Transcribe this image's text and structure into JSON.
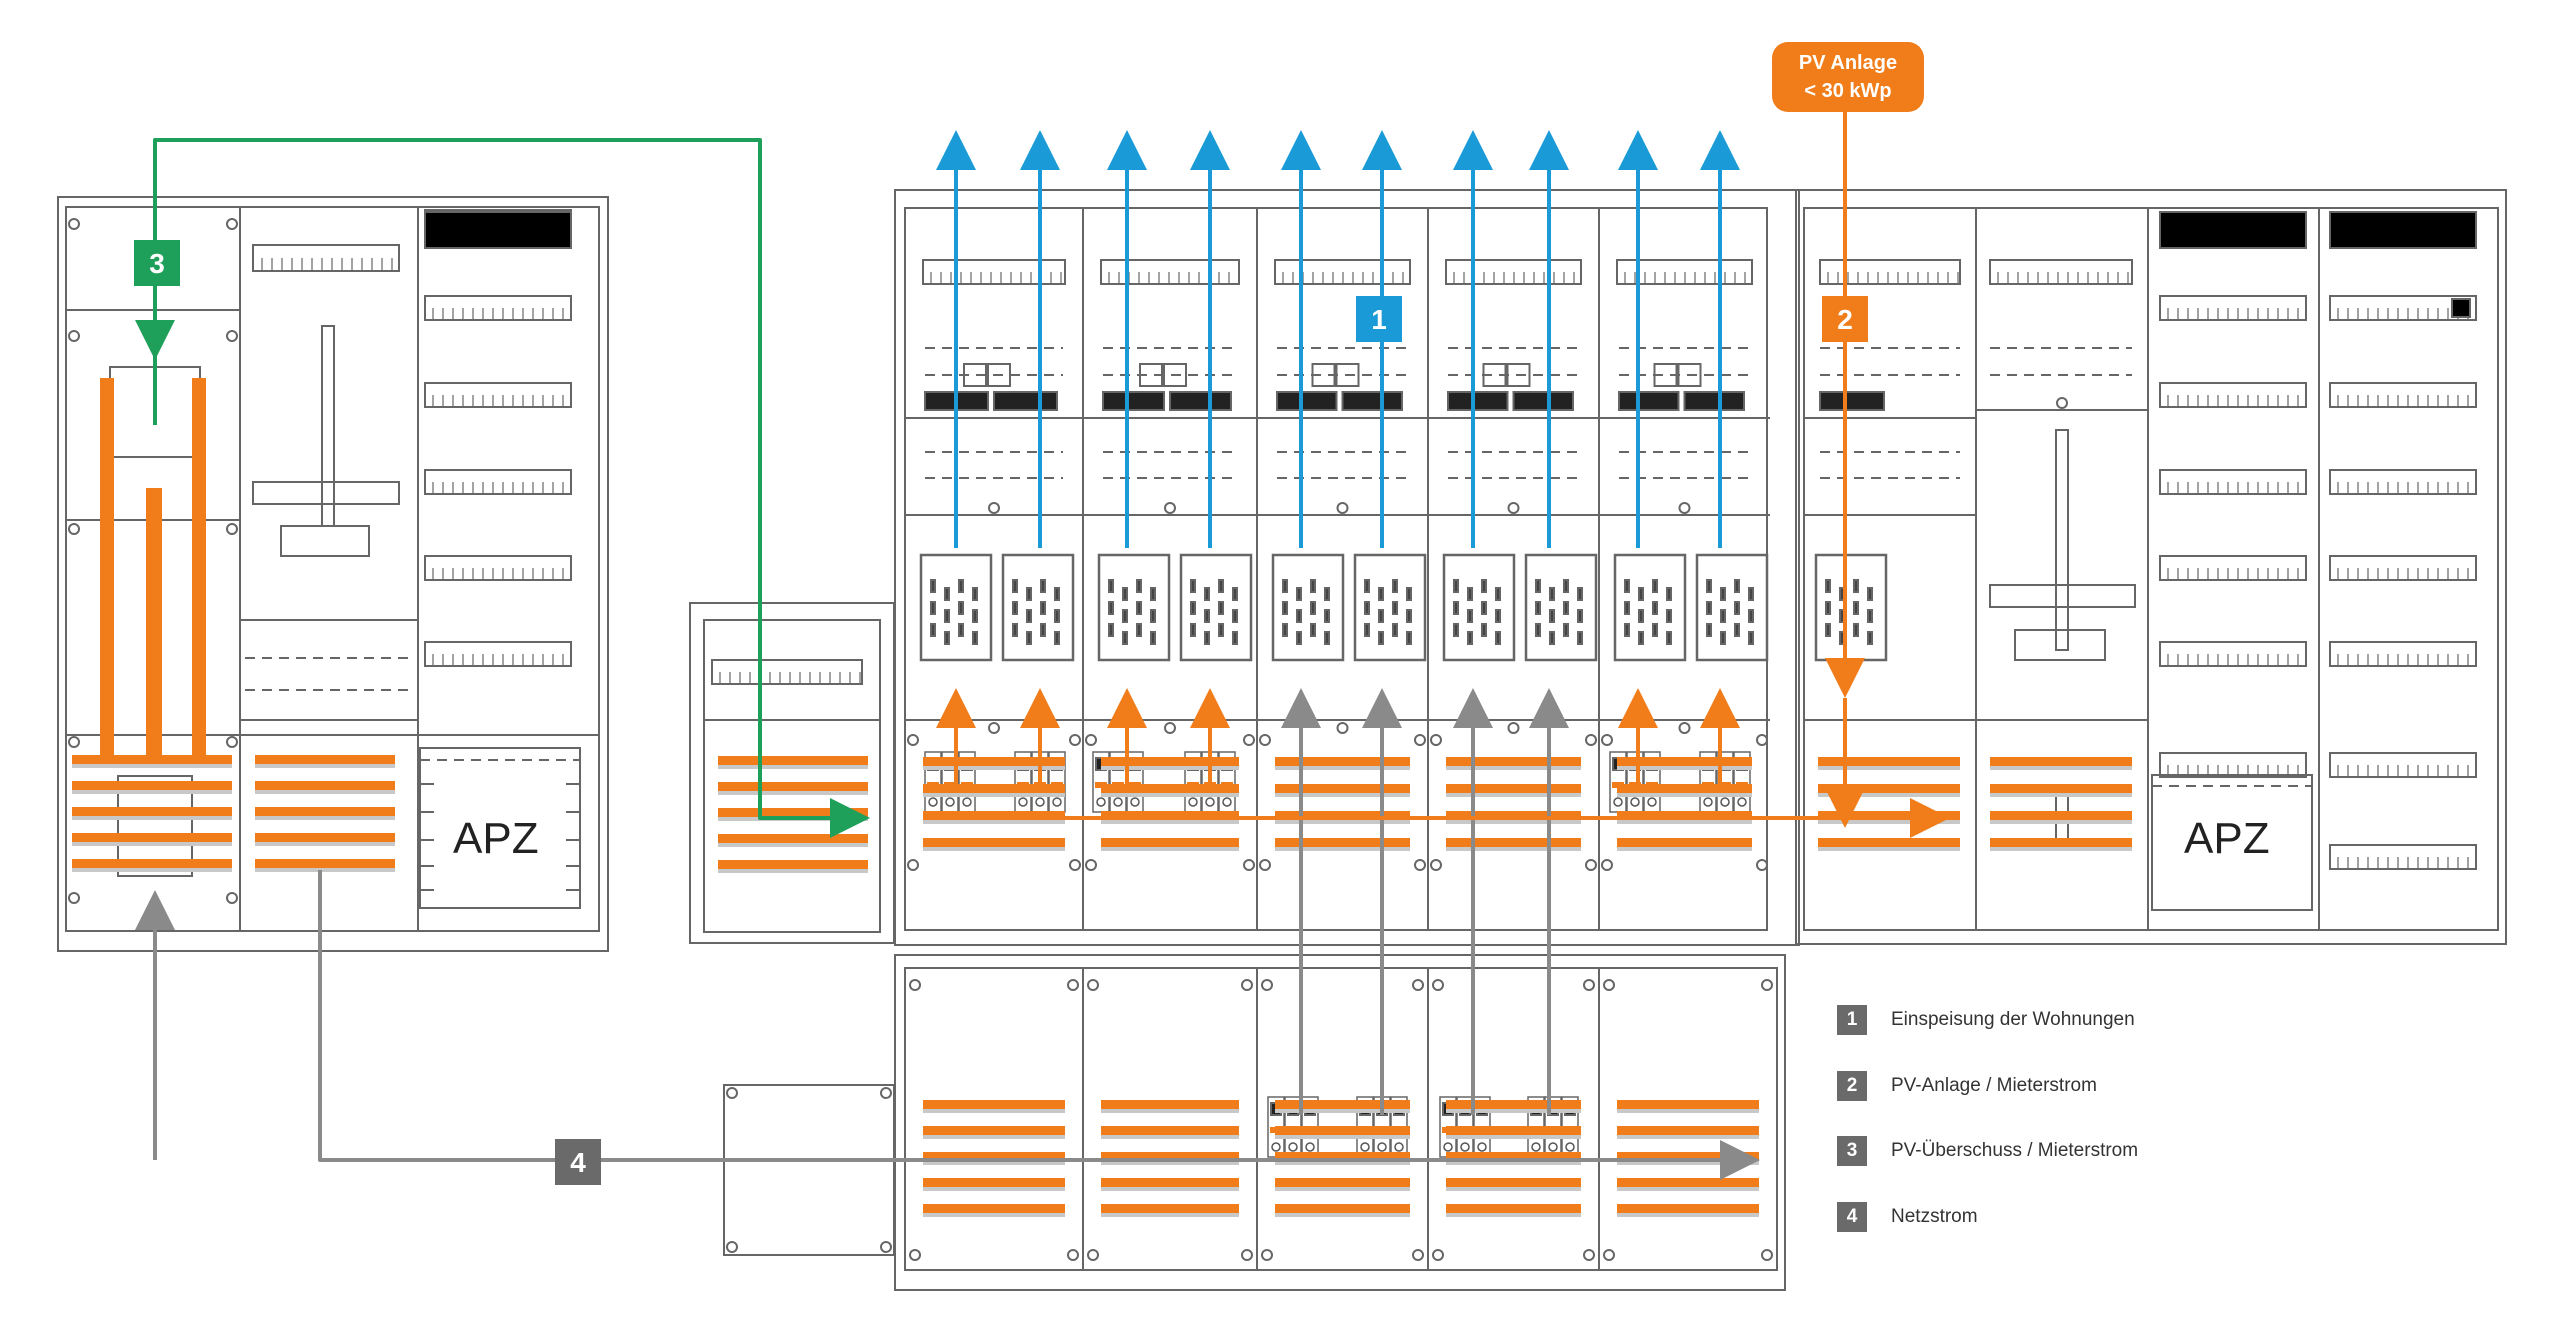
{
  "pv_label": {
    "line1": "PV Anlage",
    "line2": "< 30 kWp"
  },
  "markers": [
    {
      "num": "1",
      "color": "#1a9ad6"
    },
    {
      "num": "2",
      "color": "#f07d1a"
    },
    {
      "num": "3",
      "color": "#1fa05a"
    },
    {
      "num": "4",
      "color": "#6a6a6a"
    }
  ],
  "apz_label": "APZ",
  "legend": [
    {
      "num": "1",
      "text": "Einspeisung der Wohnungen"
    },
    {
      "num": "2",
      "text": "PV-Anlage / Mieterstrom"
    },
    {
      "num": "3",
      "text": "PV-Überschuss / Mieterstrom"
    },
    {
      "num": "4",
      "text": "Netzstrom"
    }
  ],
  "colors": {
    "blue": "#1a9ad6",
    "orange": "#f07d1a",
    "green": "#1fa05a",
    "grey": "#8a8a8a",
    "marker_grey": "#6a6a6a",
    "line": "#666666"
  }
}
